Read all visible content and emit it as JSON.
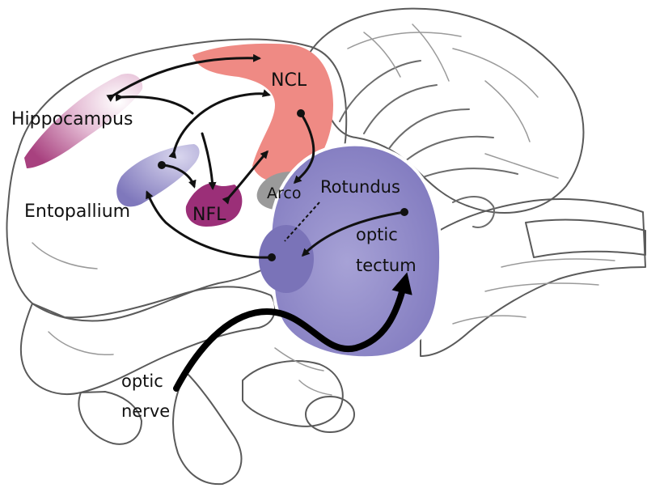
{
  "labels": {
    "hippocampus": "Hippocampus",
    "ncl": "NCL",
    "entopallium": "Entopallium",
    "nfl": "NFL",
    "arco": "Arco",
    "rotundus": "Rotundus",
    "optic_tectum_line1": "optic",
    "optic_tectum_line2": "tectum",
    "optic_nerve_line1": "optic",
    "optic_nerve_line2": "nerve"
  },
  "colors": {
    "ncl": "#ef8a84",
    "hippocampus": "#b45890",
    "nfl": "#9b2f78",
    "entopallium": "#8e86c4",
    "optic_tectum": "#8f89c8",
    "rotundus": "#7a73b8",
    "arco": "#9a9a9a"
  }
}
